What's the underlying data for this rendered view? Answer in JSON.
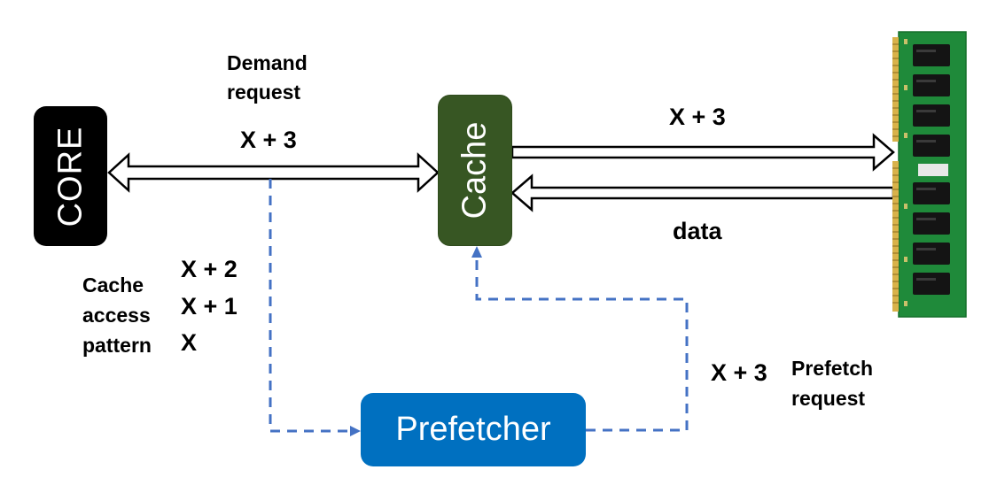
{
  "blocks": {
    "core": "CORE",
    "cache": "Cache",
    "prefetcher": "Prefetcher"
  },
  "labels": {
    "demand_request_line1": "Demand",
    "demand_request_line2": "request",
    "demand_address": "X + 3",
    "memory_request_address": "X + 3",
    "memory_response": "data",
    "access_pattern_line1": "Cache",
    "access_pattern_line2": "access",
    "access_pattern_line3": "pattern",
    "pattern_addresses": [
      "X + 2",
      "X + 1",
      "X"
    ],
    "prefetch_address": "X + 3",
    "prefetch_request_line1": "Prefetch",
    "prefetch_request_line2": "request"
  },
  "colors": {
    "core_fill": "#000000",
    "cache_fill": "#375623",
    "prefetcher_fill": "#0070c0",
    "dashed_line": "#4472c4",
    "arrow_outline": "#000000",
    "memory_pcb": "#1f8a3a"
  },
  "icons": {
    "memory": "dram-module-icon"
  }
}
